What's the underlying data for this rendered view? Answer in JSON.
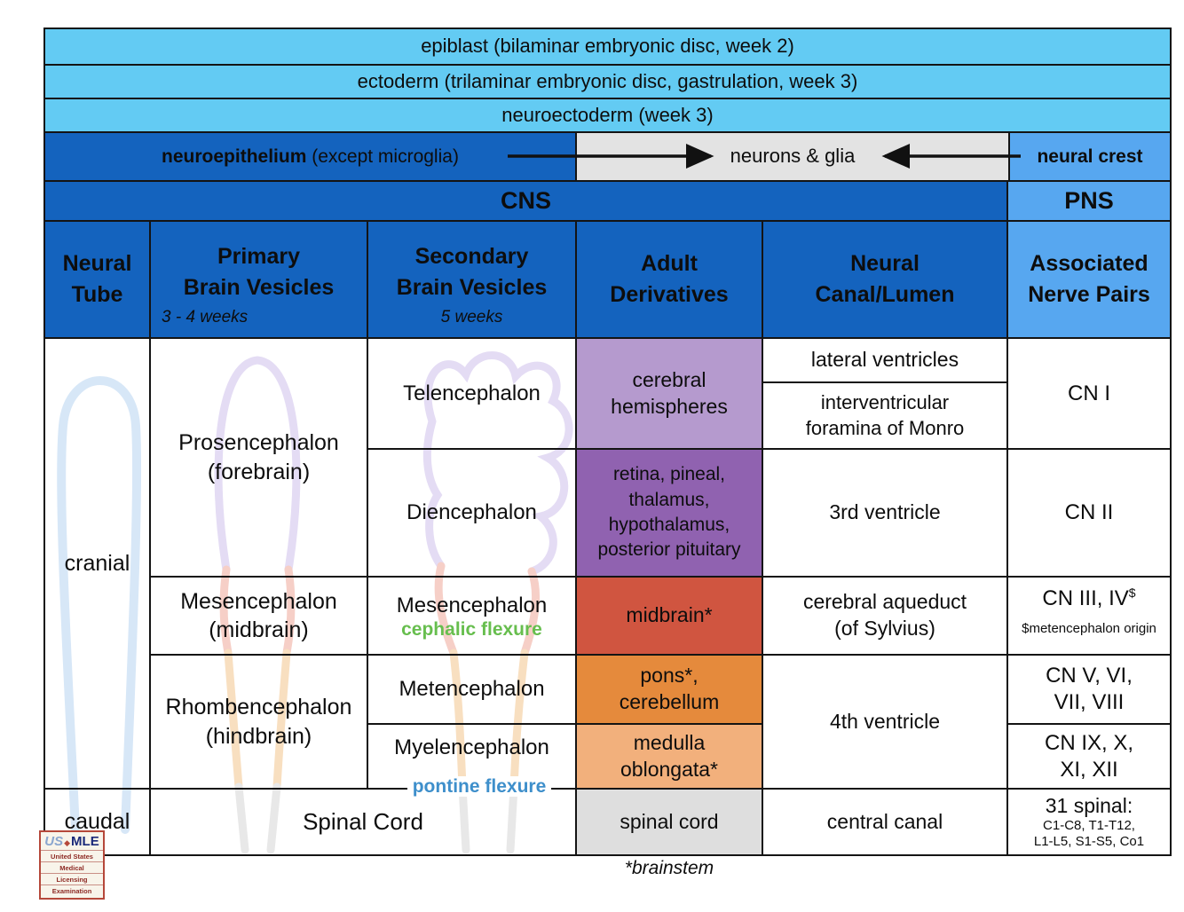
{
  "colors": {
    "light_blue_band": "#63CBF3",
    "medium_blue": "#1463BE",
    "pns_blue": "#57A7F0",
    "gray_box": "#E3E3E3",
    "light_purple": "#B59ACE",
    "dark_purple": "#9062B0",
    "brick_red": "#D05540",
    "orange": "#E58A3C",
    "light_orange": "#F2B07C",
    "spinal_gray": "#DEDEDE",
    "flexure_green": "#67BE4E",
    "flexure_blue": "#3E8FCB"
  },
  "lineage_rows": [
    "epiblast (bilaminar embryonic disc, week 2)",
    "ectoderm (trilaminar embryonic disc, gastrulation, week 3)",
    "neuroectoderm (week 3)"
  ],
  "derivation": {
    "neuroepithelium_bold": "neuroepithelium",
    "neuroepithelium_rest": " (except microglia)",
    "neurons_glia": "neurons & glia",
    "neural_crest": "neural crest"
  },
  "divisions": {
    "cns": "CNS",
    "pns": "PNS"
  },
  "headers": {
    "neural_tube": "Neural\nTube",
    "primary": "Primary\nBrain Vesicles",
    "primary_weeks": "3 - 4 weeks",
    "secondary": "Secondary\nBrain Vesicles",
    "secondary_weeks": "5 weeks",
    "adult": "Adult\nDerivatives",
    "canal": "Neural\nCanal/Lumen",
    "nerves": "Associated\nNerve Pairs"
  },
  "axis": {
    "cranial": "cranial",
    "caudal": "caudal"
  },
  "primary": {
    "prosencephalon": "Prosencephalon\n(forebrain)",
    "mesencephalon": "Mesencephalon\n(midbrain)",
    "rhombencephalon": "Rhombencephalon\n(hindbrain)"
  },
  "secondary": {
    "telencephalon": "Telencephalon",
    "diencephalon": "Diencephalon",
    "mesencephalon": "Mesencephalon",
    "cephalic_flexure": "cephalic flexure",
    "metencephalon": "Metencephalon",
    "myelencephalon": "Myelencephalon",
    "pontine_flexure": "pontine flexure",
    "spinal_cord": "Spinal Cord"
  },
  "derivatives": {
    "cerebral": "cerebral\nhemispheres",
    "retina": "retina, pineal,\nthalamus,\nhypothalamus,\nposterior pituitary",
    "midbrain": "midbrain*",
    "pons": "pons*,\ncerebellum",
    "medulla": "medulla\noblongata*",
    "spinal": "spinal cord"
  },
  "canal": {
    "lateral": "lateral ventricles",
    "foramina": "interventricular\nforamina of Monro",
    "third": "3rd ventricle",
    "aqueduct": "cerebral aqueduct\n(of Sylvius)",
    "fourth": "4th ventricle",
    "central": "central canal"
  },
  "nerves": {
    "cn1": "CN I",
    "cn2": "CN II",
    "cn34": "CN III, IV",
    "cn34_sup": "$",
    "cn34_note": "$metencephalon origin",
    "cn5_8": "CN V, VI,\nVII, VIII",
    "cn9_12": "CN IX, X,\nXI, XII",
    "spinal_title": "31 spinal:",
    "spinal_detail": "C1-C8, T1-T12,\nL1-L5, S1-S5, Co1"
  },
  "footnote": "*brainstem",
  "logo": {
    "us": "US",
    "mle": "MLE",
    "lines": [
      "United States",
      "Medical",
      "Licensing",
      "Examination"
    ]
  }
}
